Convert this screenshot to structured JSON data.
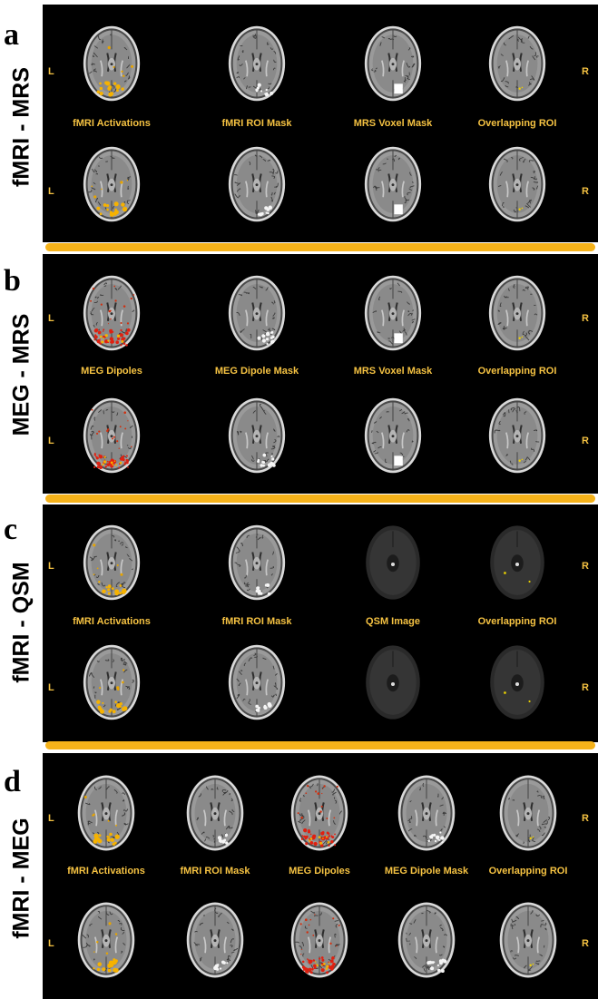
{
  "colors": {
    "caption": "#f5c242",
    "separator": "#f5b21a",
    "panel_bg": "#000000"
  },
  "side_labels": {
    "left": "L",
    "right": "R"
  },
  "panels": [
    {
      "letter": "a",
      "title": "fMRI - MRS",
      "captions": [
        "fMRI Activations",
        "fMRI ROI Mask",
        "MRS Voxel Mask",
        "Overlapping ROI"
      ]
    },
    {
      "letter": "b",
      "title": "MEG - MRS",
      "captions": [
        "MEG Dipoles",
        "MEG Dipole Mask",
        "MRS Voxel Mask",
        "Overlapping ROI"
      ]
    },
    {
      "letter": "c",
      "title": "fMRI - QSM",
      "captions": [
        "fMRI Activations",
        "fMRI ROI Mask",
        "QSM Image",
        "Overlapping ROI"
      ]
    },
    {
      "letter": "d",
      "title": "fMRI - MEG",
      "captions": [
        "fMRI Activations",
        "fMRI ROI Mask",
        "MEG Dipoles",
        "MEG Dipole Mask",
        "Overlapping ROI"
      ]
    }
  ]
}
